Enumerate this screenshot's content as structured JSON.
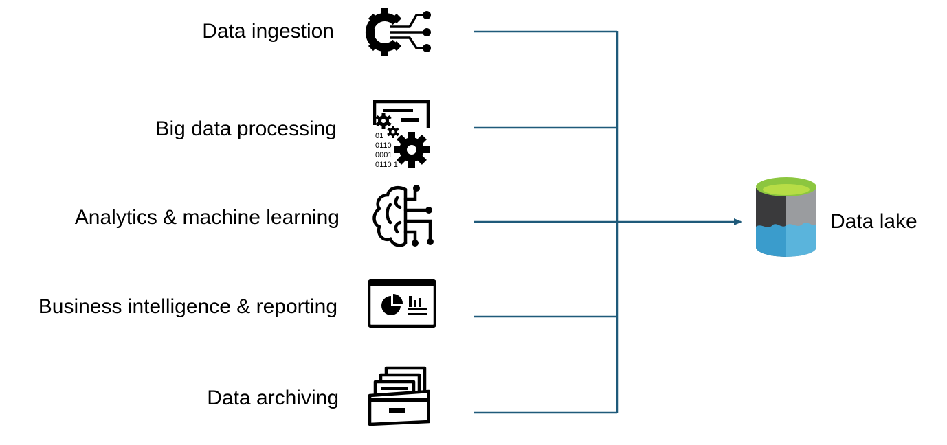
{
  "diagram": {
    "sources": [
      {
        "label": "Data ingestion",
        "icon": "gear-circuit-icon"
      },
      {
        "label": "Big data processing",
        "icon": "binary-gears-document-icon"
      },
      {
        "label": "Analytics & machine learning",
        "icon": "brain-circuit-icon"
      },
      {
        "label": "Business intelligence & reporting",
        "icon": "dashboard-chart-icon"
      },
      {
        "label": "Data archiving",
        "icon": "file-cabinet-drawer-icon"
      }
    ],
    "binary_text": [
      "01",
      "0110",
      "0001",
      "0110 1"
    ],
    "target": {
      "label": "Data lake",
      "icon": "data-lake-cylinder-icon"
    },
    "colors": {
      "connector": "#1f5a7a",
      "icon": "#000000",
      "lake_top": "#8cc63f",
      "lake_dark": "#3a3a3c",
      "lake_gray": "#9a9c9f",
      "lake_water_dark": "#3a9ccc",
      "lake_water_light": "#5ab4dc"
    }
  }
}
